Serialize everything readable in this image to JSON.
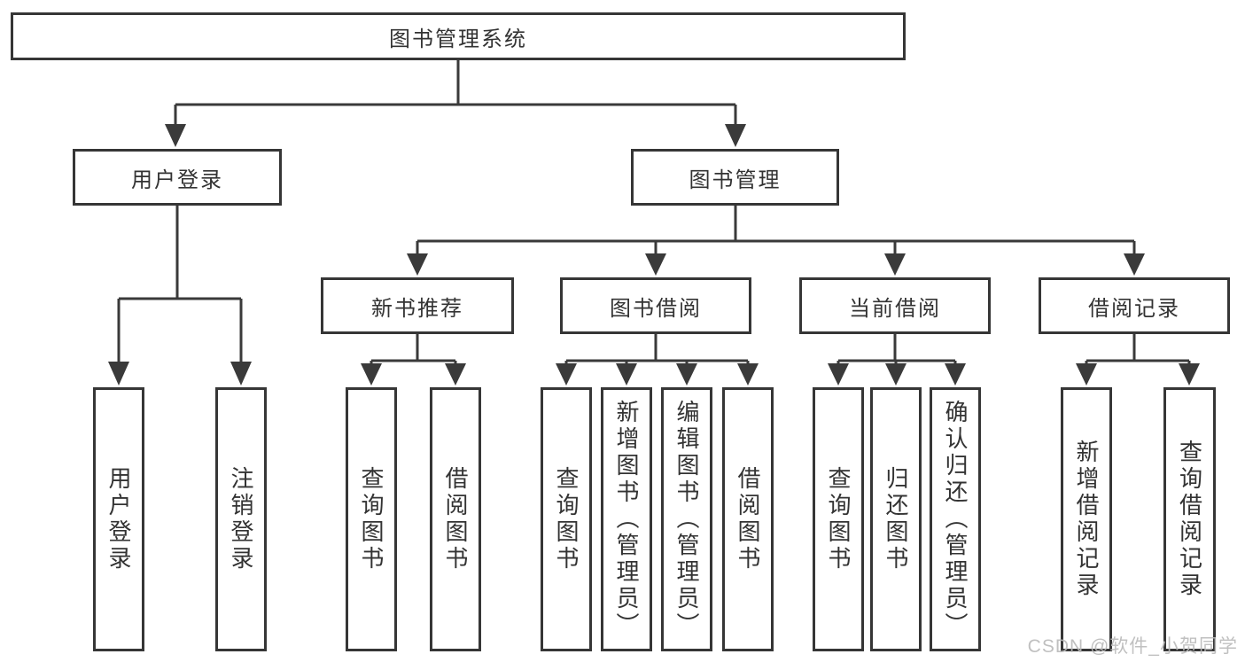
{
  "tree": {
    "root": {
      "label": "图书管理系统"
    },
    "user_login": {
      "label": "用户登录",
      "leaves": [
        "用户登录",
        "注销登录"
      ]
    },
    "book_mgmt": {
      "label": "图书管理"
    },
    "new_book_rec": {
      "label": "新书推荐",
      "leaves": [
        "查询图书",
        "借阅图书"
      ]
    },
    "book_borrowing": {
      "label": "图书借阅",
      "leaves": [
        "查询图书",
        "新增图书（管理员）",
        "编辑图书（管理员）",
        "借阅图书"
      ]
    },
    "current_borrowing": {
      "label": "当前借阅",
      "leaves": [
        "查询图书",
        "归还图书",
        "确认归还（管理员）"
      ]
    },
    "borrowing_records": {
      "label": "借阅记录",
      "leaves": [
        "新增借阅记录",
        "查询借阅记录"
      ]
    }
  },
  "watermark": {
    "text": "CSDN @软件_小贺同学"
  },
  "colors": {
    "line": "#3a3a3a",
    "box_border": "#363636",
    "text": "#333333",
    "background": "#ffffff",
    "watermark": "#b9b9b9"
  }
}
